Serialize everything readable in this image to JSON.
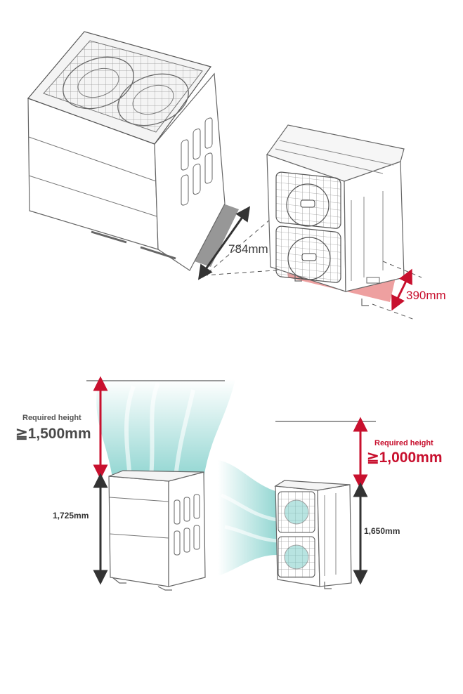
{
  "top_comparison": {
    "large_unit_depth": "784mm",
    "small_unit_depth": "390mm"
  },
  "bottom_comparison": {
    "large_unit": {
      "required_label": "Required height",
      "required_value": "≧1,500mm",
      "unit_height": "1,725mm"
    },
    "small_unit": {
      "required_label": "Required height",
      "required_value": "≧1,000mm",
      "unit_height": "1,650mm"
    }
  },
  "colors": {
    "accent_red": "#c8102e",
    "dimension_dark": "#3a3a3a",
    "footprint_gray": "#8c8c8c",
    "footprint_red": "#e88080",
    "airflow_teal": "#7fcfca"
  }
}
